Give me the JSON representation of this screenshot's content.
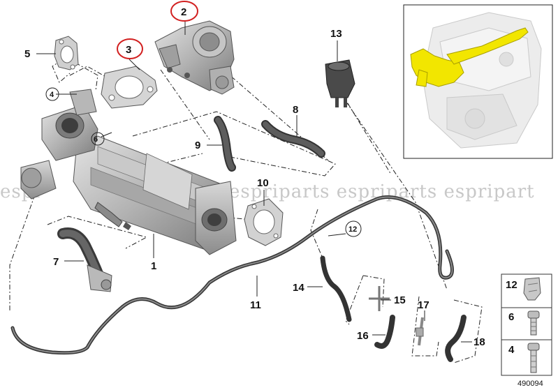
{
  "callouts": {
    "c1": "1",
    "c2": "2",
    "c3": "3",
    "c4": "4",
    "c5": "5",
    "c6": "6",
    "c7": "7",
    "c8": "8",
    "c9": "9",
    "c10": "10",
    "c11": "11",
    "c12": "12",
    "c13": "13",
    "c14": "14",
    "c15": "15",
    "c16": "16",
    "c17": "17",
    "c18": "18"
  },
  "legend": {
    "row1": "12",
    "row2": "6",
    "row3": "4"
  },
  "watermark": "espriparts espriparts espripart",
  "watermark_left": "espr",
  "doc_number": "490094",
  "colors": {
    "highlight_ring": "#d22020",
    "engine_highlight": "#f2e600",
    "part_grey": "#b9b9b9",
    "hose_black": "#3a3a3a"
  }
}
